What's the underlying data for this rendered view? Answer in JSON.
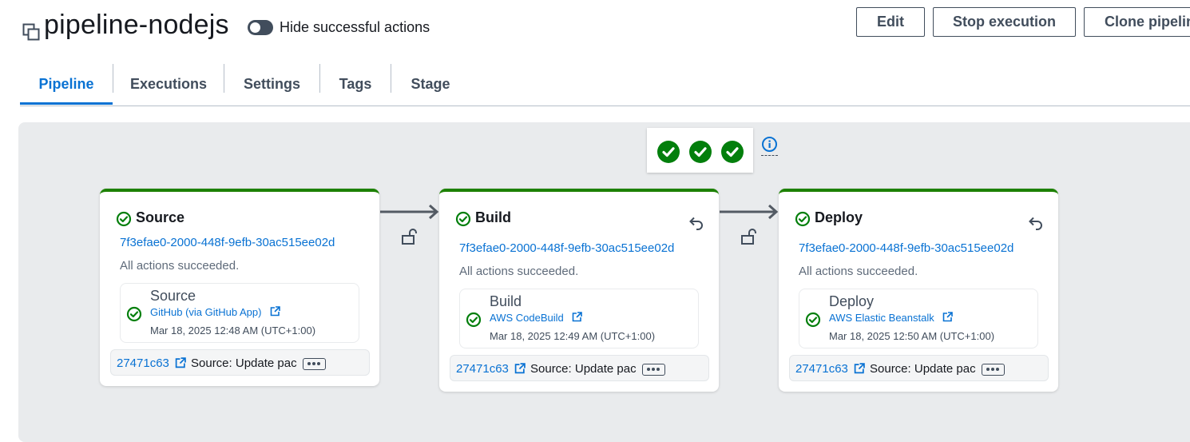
{
  "header": {
    "title": "pipeline-nodejs",
    "toggle_label": "Hide successful actions",
    "buttons": {
      "edit": "Edit",
      "stop": "Stop execution",
      "clone": "Clone pipeline"
    }
  },
  "tabs": [
    {
      "label": "Pipeline",
      "active": true
    },
    {
      "label": "Executions",
      "active": false
    },
    {
      "label": "Settings",
      "active": false
    },
    {
      "label": "Tags",
      "active": false
    },
    {
      "label": "Stage",
      "active": false
    }
  ],
  "colors": {
    "accent": "#0972d3",
    "success": "#037f0c",
    "stage_border": "#1d8102"
  },
  "stages": [
    {
      "title": "Source",
      "execution_id": "7f3efae0-2000-448f-9efb-30ac515ee02d",
      "status": "All actions succeeded.",
      "action": {
        "name": "Source",
        "provider": "GitHub (via GitHub App)",
        "timestamp": "Mar 18, 2025 12:48 AM (UTC+1:00)"
      },
      "commit_id": "27471c63",
      "commit_message": "Source: Update pac"
    },
    {
      "title": "Build",
      "execution_id": "7f3efae0-2000-448f-9efb-30ac515ee02d",
      "status": "All actions succeeded.",
      "action": {
        "name": "Build",
        "provider": "AWS CodeBuild",
        "timestamp": "Mar 18, 2025 12:49 AM (UTC+1:00)"
      },
      "commit_id": "27471c63",
      "commit_message": "Source: Update pac"
    },
    {
      "title": "Deploy",
      "execution_id": "7f3efae0-2000-448f-9efb-30ac515ee02d",
      "status": "All actions succeeded.",
      "action": {
        "name": "Deploy",
        "provider": "AWS Elastic Beanstalk",
        "timestamp": "Mar 18, 2025 12:50 AM (UTC+1:00)"
      },
      "commit_id": "27471c63",
      "commit_message": "Source: Update pac"
    }
  ],
  "icons": {
    "header": "copy-icon",
    "info": "info-icon",
    "stage_status": "check-circle-icon",
    "retry": "revert-icon",
    "transition": "arrow-right-icon",
    "transition_lock": "unlock-icon",
    "external": "external-link-icon",
    "more": "ellipsis-icon"
  }
}
